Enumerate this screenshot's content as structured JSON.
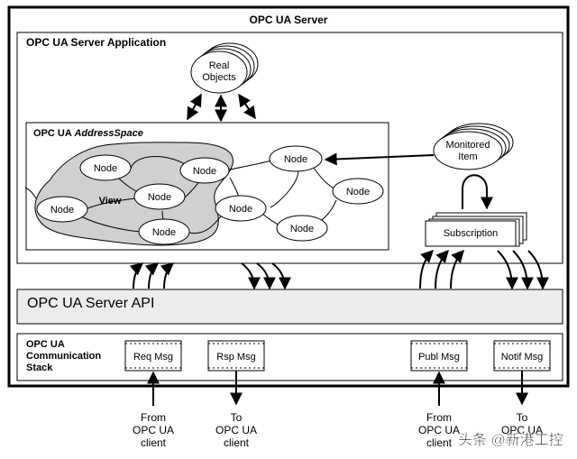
{
  "server": {
    "title": "OPC UA Server"
  },
  "application": {
    "title": "OPC UA Server Application",
    "real_objects": {
      "line1": "Real",
      "line2": "Objects"
    }
  },
  "address_space": {
    "title_plain": "OPC UA ",
    "title_italic": "AddressSpace",
    "view_label": "View",
    "node_label": "Node"
  },
  "monitored_item": {
    "line1": "Monitored",
    "line2": "Item"
  },
  "subscription": {
    "label": "Subscription"
  },
  "api": {
    "label": "OPC UA Server API"
  },
  "stack": {
    "line1": "OPC UA",
    "line2": "Communication",
    "line3": "Stack",
    "messages": [
      "Req Msg",
      "Rsp Msg",
      "Publ Msg",
      "Notif Msg"
    ]
  },
  "clients": {
    "from_client": {
      "line1": "From",
      "line2": "OPC UA",
      "line3": "client"
    },
    "to_client": {
      "line1": "To",
      "line2": "OPC UA",
      "line3": "client"
    },
    "from_client_2": {
      "line1": "From",
      "line2": "OPC UA",
      "line3": "client"
    },
    "to_client_2": {
      "line1": "To",
      "line2": "OPC UA"
    }
  },
  "watermark": {
    "text": "头条 @新港工控"
  },
  "colors": {
    "panel_gray": "#ececec",
    "view_gray": "#d0d0d0",
    "line": "#000000"
  }
}
